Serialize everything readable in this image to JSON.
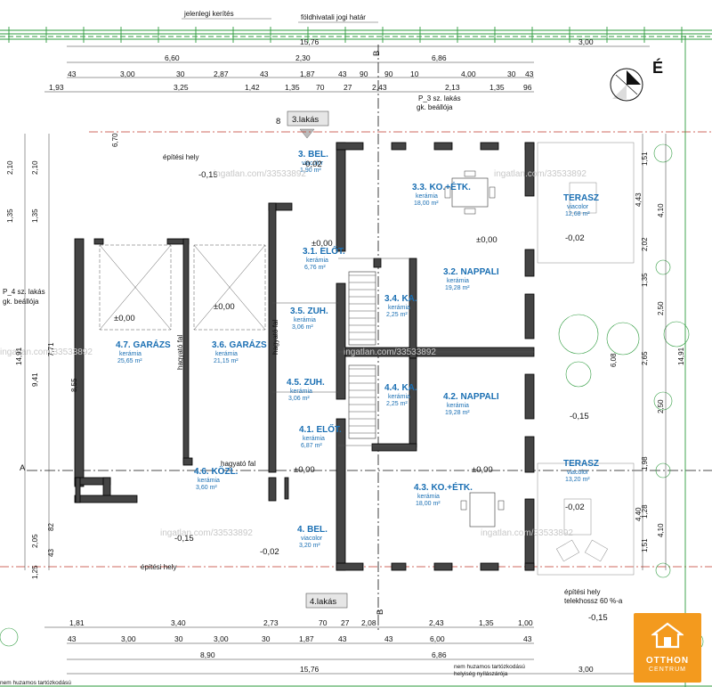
{
  "top_labels": {
    "fence": "jelenlegi kerítés",
    "boundary": "földhivatali jogi határ",
    "overall_top": "15,76",
    "right_top": "3,00"
  },
  "dims_row1": [
    "6,60",
    "2,30",
    "6,86"
  ],
  "dims_row2": [
    "43",
    "3,00",
    "30",
    "2,87",
    "43",
    "1,87",
    "43",
    "90",
    "90",
    "10",
    "4,00",
    "30",
    "43"
  ],
  "dims_row3": [
    "1,93",
    "3,25",
    "1,42",
    "1,35",
    "70",
    "27",
    "2,43",
    "2,13",
    "1,35",
    "96"
  ],
  "parking_top": [
    "P_3 sz. lakás",
    "gk. beállója"
  ],
  "parking_left": [
    "P_4 sz. lakás",
    "gk. beállója"
  ],
  "unit3_label": "3.lakás",
  "unit4_label": "4.lakás",
  "unit3_num": "8",
  "building_area_top": "építési hely",
  "building_area_bottom": "építési hely",
  "building_area_right": [
    "építési hely",
    "telekhossz 60 %-a"
  ],
  "axis_a": "A",
  "axis_b_top": "B",
  "axis_b_bottom": "B",
  "compass": "É",
  "watermark": "ingatlan.com/33533892",
  "rooms": [
    {
      "id": "bel3",
      "num": "3.",
      "name": "BEL.",
      "mat": "viacolor",
      "area": "1,90 m²"
    },
    {
      "id": "ko3",
      "num": "3.3.",
      "name": "KO.+ÉTK.",
      "mat": "kerámia",
      "area": "18,00 m²"
    },
    {
      "id": "terasz3",
      "num": "",
      "name": "TERASZ",
      "mat": "viacolor",
      "area": "12,68 m²"
    },
    {
      "id": "elo3",
      "num": "3.1.",
      "name": "ELŐT.",
      "mat": "kerámia",
      "area": "6,76 m²"
    },
    {
      "id": "nappali3",
      "num": "3.2.",
      "name": "NAPPALI",
      "mat": "kerámia",
      "area": "19,28 m²"
    },
    {
      "id": "zuh3",
      "num": "3.5.",
      "name": "ZUH.",
      "mat": "kerámia",
      "area": "3,06 m²"
    },
    {
      "id": "ka3",
      "num": "3.4.",
      "name": "KA.",
      "mat": "kerámia",
      "area": "2,25 m²"
    },
    {
      "id": "garazs4",
      "num": "4.7.",
      "name": "GARÁZS",
      "mat": "kerámia",
      "area": "25,65 m²"
    },
    {
      "id": "garazs3",
      "num": "3.6.",
      "name": "GARÁZS",
      "mat": "kerámia",
      "area": "21,15 m²"
    },
    {
      "id": "zuh4",
      "num": "4.5.",
      "name": "ZUH.",
      "mat": "kerámia",
      "area": "3,06 m²"
    },
    {
      "id": "ka4",
      "num": "4.4.",
      "name": "KA.",
      "mat": "kerámia",
      "area": "2,25 m²"
    },
    {
      "id": "nappali4",
      "num": "4.2.",
      "name": "NAPPALI",
      "mat": "kerámia",
      "area": "19,28 m²"
    },
    {
      "id": "elo4",
      "num": "4.1.",
      "name": "ELŐT.",
      "mat": "kerámia",
      "area": "6,87 m²"
    },
    {
      "id": "kozl4",
      "num": "4.6.",
      "name": "KÖZL.",
      "mat": "kerámia",
      "area": "3,60 m²"
    },
    {
      "id": "ko4",
      "num": "4.3.",
      "name": "KO.+ÉTK.",
      "mat": "kerámia",
      "area": "18,00 m²"
    },
    {
      "id": "terasz4",
      "num": "",
      "name": "TERASZ",
      "mat": "viacolor",
      "area": "13,20 m²"
    },
    {
      "id": "bel4",
      "num": "4.",
      "name": "BEL.",
      "mat": "viacolor",
      "area": "3,20 m²"
    }
  ],
  "levels": [
    "-0,15",
    "-0,02",
    "±0,00",
    "±0,00",
    "±0,00",
    "±0,00",
    "±0,00",
    "-0,02",
    "-0,15",
    "±0,00",
    "-0,15",
    "-0,02",
    "-0,02",
    "-0,15"
  ],
  "fire_wall": "hagyató fal",
  "dims_bottom1": [
    "1,81",
    "3,40",
    "2,73",
    "70",
    "27",
    "2,08",
    "2,43",
    "1,35",
    "1,00"
  ],
  "dims_bottom2": [
    "43",
    "3,00",
    "30",
    "3,00",
    "30",
    "1,87",
    "43",
    "43",
    "6,00",
    "43"
  ],
  "dims_bottom3": [
    "8,90",
    "6,86"
  ],
  "overall_bottom": "15,76",
  "right_bottom": "3,00",
  "bottom_note_left": "nem huzamos tartózkodású",
  "bottom_note_right": [
    "nem huzamos tartózkodású",
    "helyiség nyílászárója"
  ],
  "dims_left_outer": [
    "2,10",
    "2,10",
    "1,35",
    "14,91",
    "1,35",
    "2,05",
    "1,25"
  ],
  "dims_left_inner": [
    "6,70",
    "9,41",
    "7,71",
    "8,55",
    "82",
    "43"
  ],
  "dims_right": [
    "1,51",
    "4,43",
    "4,10",
    "2,02",
    "1,35",
    "2,50",
    "6,08",
    "2,65",
    "14,91",
    "2,50",
    "1,98",
    "4,40",
    "1,28",
    "1,51",
    "4,10"
  ],
  "logo": {
    "line1": "OTTHON",
    "line2": "CENTRUM"
  },
  "colors": {
    "wall": "#444444",
    "room_text": "#1a6fb3",
    "boundary_green": "#2e9b3e",
    "building_line_red": "#c0392b",
    "logo_orange": "#f39a1e"
  }
}
